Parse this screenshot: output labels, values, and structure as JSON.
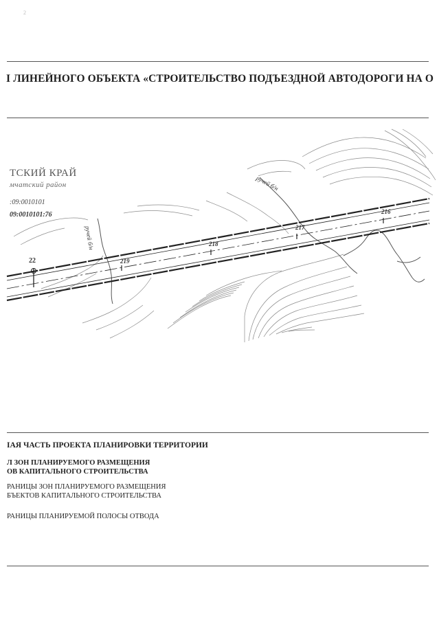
{
  "corner_mark": "2",
  "title": "І ЛИНЕЙНОГО ОБЪЕКТА «СТРОИТЕЛЬСТВО ПОДЪЕЗДНОЙ АВТОДОРОГИ НА О",
  "map": {
    "region_label": "ТСКИЙ КРАЙ",
    "district_label": "мчатский район",
    "cadastral_1": ":09:0010101",
    "cadastral_2": "09:0010101:76",
    "stream_1": "ручей б/н",
    "stream_2": "ручей б/н",
    "pickets": [
      "216",
      "217",
      "218",
      "219"
    ],
    "station_marker": "22"
  },
  "legend": {
    "heading": "ІАЯ ЧАСТЬ ПРОЕКТА ПЛАНИРОВКИ ТЕРРИТОРИИ",
    "section_line1": "Л ЗОН ПЛАНИРУЕМОГО РАЗМЕЩЕНИЯ",
    "section_line2": "ОВ КАПИТАЛЬНОГО СТРОИТЕЛЬСТВА",
    "item1_line1": "РАНИЦЫ ЗОН ПЛАНИРУЕМОГО РАЗМЕЩЕНИЯ",
    "item1_line2": "БЪЕКТОВ КАПИТАЛЬНОГО СТРОИТЕЛЬСТВА",
    "item2": "РАНИЦЫ ПЛАНИРУЕМОЙ ПОЛОСЫ ОТВОДА"
  }
}
